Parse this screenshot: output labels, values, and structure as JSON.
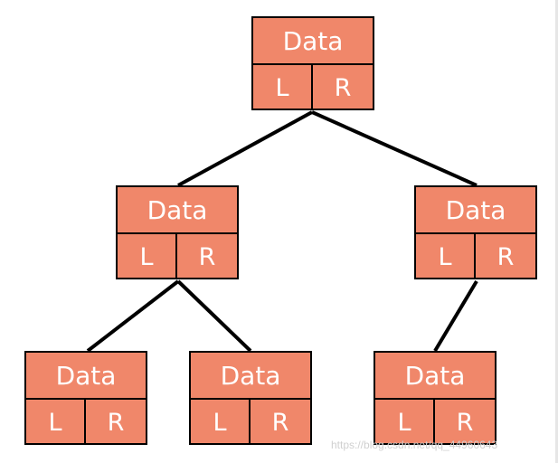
{
  "nodes": [
    {
      "data": "Data",
      "left": "L",
      "right": "R"
    },
    {
      "data": "Data",
      "left": "L",
      "right": "R"
    },
    {
      "data": "Data",
      "left": "L",
      "right": "R"
    },
    {
      "data": "Data",
      "left": "L",
      "right": "R"
    },
    {
      "data": "Data",
      "left": "L",
      "right": "R"
    },
    {
      "data": "Data",
      "left": "L",
      "right": "R"
    }
  ],
  "watermark": "https://blog.csdn.net/qq_44960643",
  "colors": {
    "node_fill": "#f0876a",
    "border": "#000000",
    "text": "#ffffff"
  }
}
